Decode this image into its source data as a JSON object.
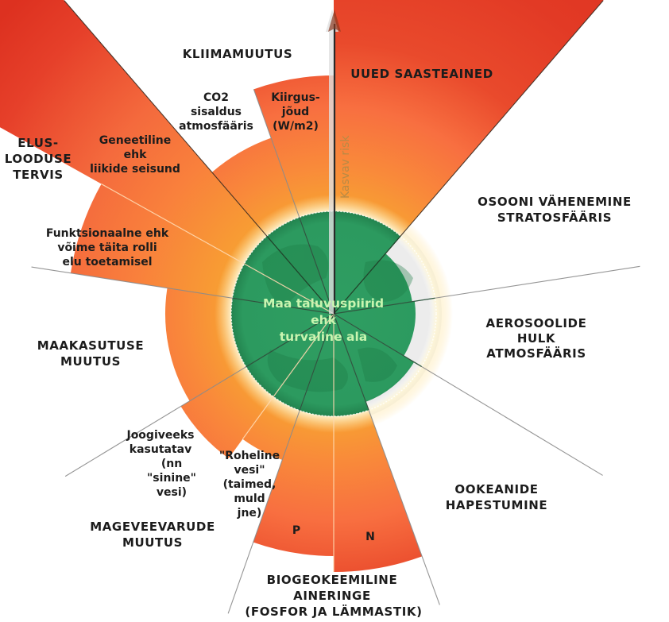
{
  "diagram": {
    "center": {
      "lines": [
        "Maa taluvuspiirid",
        "ehk",
        "turvaline ala"
      ]
    },
    "risk_axis_label": "Kasvav risk",
    "colors": {
      "safe_green": "#2f9e62",
      "safe_green_dark": "#23804e",
      "zone_amber": "#f7a431",
      "zone_orange": "#f97240",
      "zone_red": "#e23a25",
      "ring_gray": "#e8e8e8",
      "text_dark": "#1c1c1c",
      "center_text": "#c9f5b0"
    },
    "boundaries": [
      {
        "id": "climate",
        "category": [
          "KLIIMAMUUTUS"
        ],
        "status": "beyond boundary",
        "sub": [
          {
            "id": "co2",
            "lines": [
              "CO2",
              "sisaldus",
              "atmosfääris"
            ],
            "level": "increasing risk"
          },
          {
            "id": "radiative-forcing",
            "lines": [
              "Kiirgus-",
              "jõud",
              "(W/m2)"
            ],
            "level": "high risk"
          }
        ]
      },
      {
        "id": "novel-entities",
        "category": [
          "UUED SAASTEAINED"
        ],
        "status": "beyond boundary",
        "level": "high risk"
      },
      {
        "id": "ozone",
        "category": [
          "OSOONI VÄHENEMINE",
          "STRATOSFÄÄRIS"
        ],
        "status": "within boundary"
      },
      {
        "id": "aerosols",
        "category": [
          "AEROSOOLIDE",
          "HULK",
          "ATMOSFÄÄRIS"
        ],
        "status": "within boundary"
      },
      {
        "id": "ocean-acidification",
        "category": [
          "OOKEANIDE",
          "HAPESTUMINE"
        ],
        "status": "within boundary"
      },
      {
        "id": "biogeochemical",
        "category": [
          "BIOGEOKEEMILINE",
          "AINERINGE",
          "(FOSFOR JA LÄMMASTIK)"
        ],
        "status": "beyond boundary",
        "sub": [
          {
            "id": "nitrogen",
            "label": "N",
            "level": "high risk"
          },
          {
            "id": "phosphorus",
            "label": "P",
            "level": "high risk"
          }
        ]
      },
      {
        "id": "freshwater",
        "category": [
          "MAGEVEEVARUDE",
          "MUUTUS"
        ],
        "status": "beyond boundary",
        "sub": [
          {
            "id": "green-water",
            "lines": [
              "\"Roheline",
              "vesi\"",
              "(taimed,",
              "muld",
              "jne)"
            ],
            "level": "increasing risk"
          },
          {
            "id": "blue-water",
            "lines": [
              "Joogiveeks",
              "kasutatav",
              "(nn",
              "\"sinine\"",
              "vesi)"
            ],
            "level": "increasing risk"
          }
        ]
      },
      {
        "id": "land-system",
        "category": [
          "MAAKASUTUSE",
          "MUUTUS"
        ],
        "status": "beyond boundary",
        "level": "increasing risk"
      },
      {
        "id": "biosphere-integrity",
        "category": [
          "ELUS-",
          "LOODUSE",
          "TERVIS"
        ],
        "status": "beyond boundary",
        "sub": [
          {
            "id": "functional",
            "lines": [
              "Funktsionaalne ehk",
              "võime täita rolli",
              "elu toetamisel"
            ],
            "level": "high risk"
          },
          {
            "id": "genetic",
            "lines": [
              "Geneetiline",
              "ehk",
              "liikide seisund"
            ],
            "level": "high risk"
          }
        ]
      }
    ]
  }
}
